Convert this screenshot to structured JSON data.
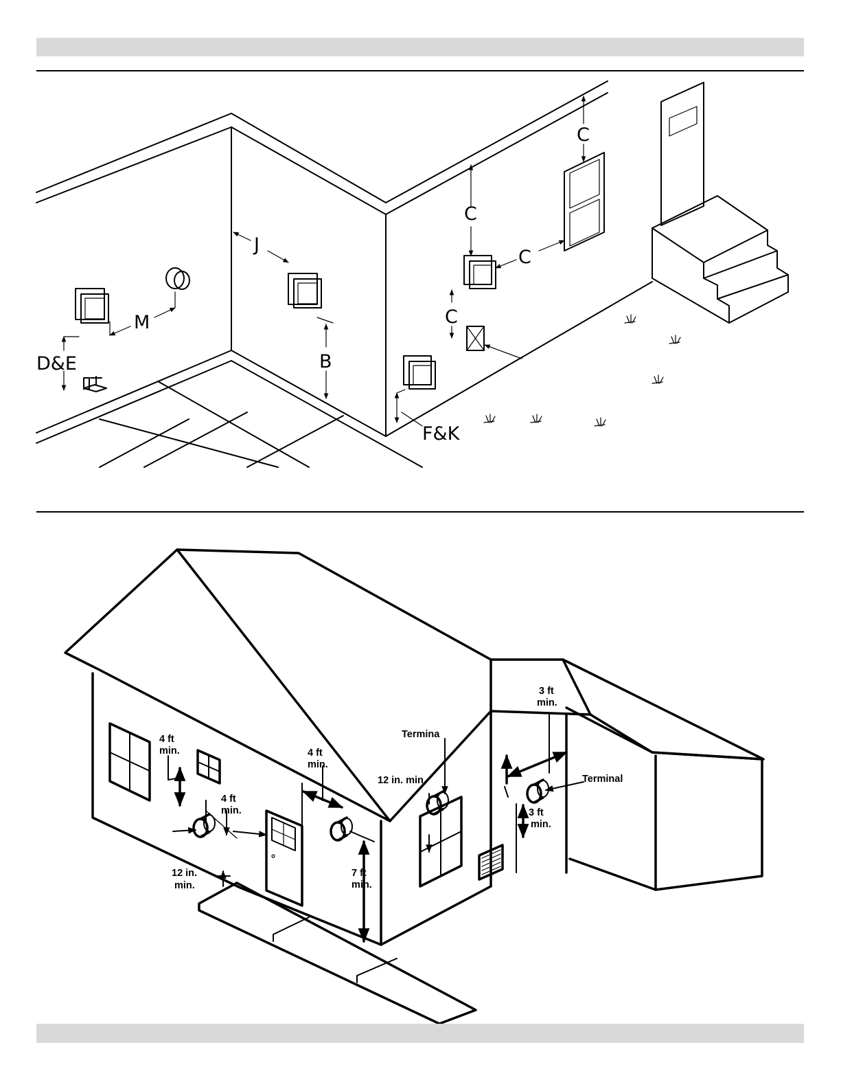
{
  "diagram1": {
    "labels": {
      "c1": "C",
      "c2": "C",
      "c3": "C",
      "c4": "C",
      "j": "J",
      "m": "M",
      "de": "D&E",
      "b": "B",
      "fk": "F&K"
    }
  },
  "diagram2": {
    "labels": {
      "ft4_left_a": "4 ft",
      "ft4_left_b": "min.",
      "ft4_mid_a": "4 ft",
      "ft4_mid_b": "min.",
      "ft4_top_a": "4 ft",
      "ft4_top_b": "min.",
      "in12_a": "12 in.",
      "in12_b": "min.",
      "ft7_a": "7 ft",
      "ft7_b": "min.",
      "terminal_cut": "Termina",
      "in12_min": "12 in. min.",
      "ft3_top_a": "3 ft",
      "ft3_top_b": "min.",
      "terminal_right": "Terminal",
      "ft3_right_a": "3 ft",
      "ft3_right_b": "min."
    }
  }
}
